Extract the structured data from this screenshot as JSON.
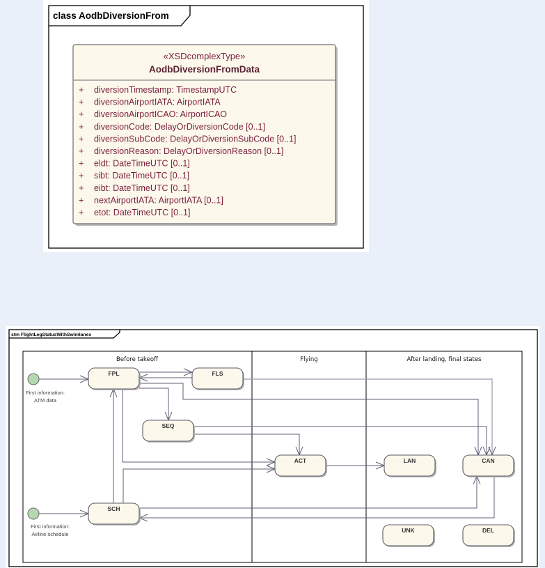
{
  "class_diagram": {
    "frame_title": "class AodbDiversionFrom",
    "class": {
      "stereotype": "«XSDcomplexType»",
      "name": "AodbDiversionFromData",
      "visibility_symbol": "+",
      "attributes": [
        "diversionTimestamp: TimestampUTC",
        "diversionAirportIATA: AirportIATA",
        "diversionAirportICAO: AirportICAO",
        "diversionCode: DelayOrDiversionCode [0..1]",
        "diversionSubCode: DelayOrDiversionSubCode [0..1]",
        "diversionReason: DelayOrDiversionReason [0..1]",
        "eldt: DateTimeUTC [0..1]",
        "sibt: DateTimeUTC [0..1]",
        "eibt: DateTimeUTC [0..1]",
        "nextAirportIATA: AirportIATA [0..1]",
        "etot: DateTimeUTC [0..1]"
      ]
    }
  },
  "state_diagram": {
    "frame_title": "stm FlightLegStatusWithSwimlanes",
    "swimlanes": [
      {
        "label": "Before takeoff"
      },
      {
        "label": "Flying"
      },
      {
        "label": "After landing, final states"
      }
    ],
    "initial_states": [
      {
        "id": "init_atm",
        "label_line1": "First information:",
        "label_line2": "ATM data"
      },
      {
        "id": "init_airline",
        "label_line1": "First information:",
        "label_line2": "Airline schedule"
      }
    ],
    "states": [
      {
        "id": "FPL",
        "label": "FPL"
      },
      {
        "id": "FLS",
        "label": "FLS"
      },
      {
        "id": "SEQ",
        "label": "SEQ"
      },
      {
        "id": "ACT",
        "label": "ACT"
      },
      {
        "id": "LAN",
        "label": "LAN"
      },
      {
        "id": "CAN",
        "label": "CAN"
      },
      {
        "id": "SCH",
        "label": "SCH"
      },
      {
        "id": "UNK",
        "label": "UNK"
      },
      {
        "id": "DEL",
        "label": "DEL"
      }
    ],
    "transitions": [
      {
        "from": "init_atm",
        "to": "FPL"
      },
      {
        "from": "init_airline",
        "to": "SCH"
      },
      {
        "from": "FPL",
        "to": "FLS"
      },
      {
        "from": "FLS",
        "to": "FPL"
      },
      {
        "from": "FPL",
        "to": "SEQ"
      },
      {
        "from": "FPL",
        "to": "ACT"
      },
      {
        "from": "FPL",
        "to": "CAN"
      },
      {
        "from": "FLS",
        "to": "CAN"
      },
      {
        "from": "SEQ",
        "to": "CAN"
      },
      {
        "from": "SEQ",
        "to": "ACT"
      },
      {
        "from": "SCH",
        "to": "FPL"
      },
      {
        "from": "SCH",
        "to": "ACT"
      },
      {
        "from": "SCH",
        "to": "CAN"
      },
      {
        "from": "CAN",
        "to": "SCH"
      },
      {
        "from": "ACT",
        "to": "LAN"
      }
    ]
  }
}
